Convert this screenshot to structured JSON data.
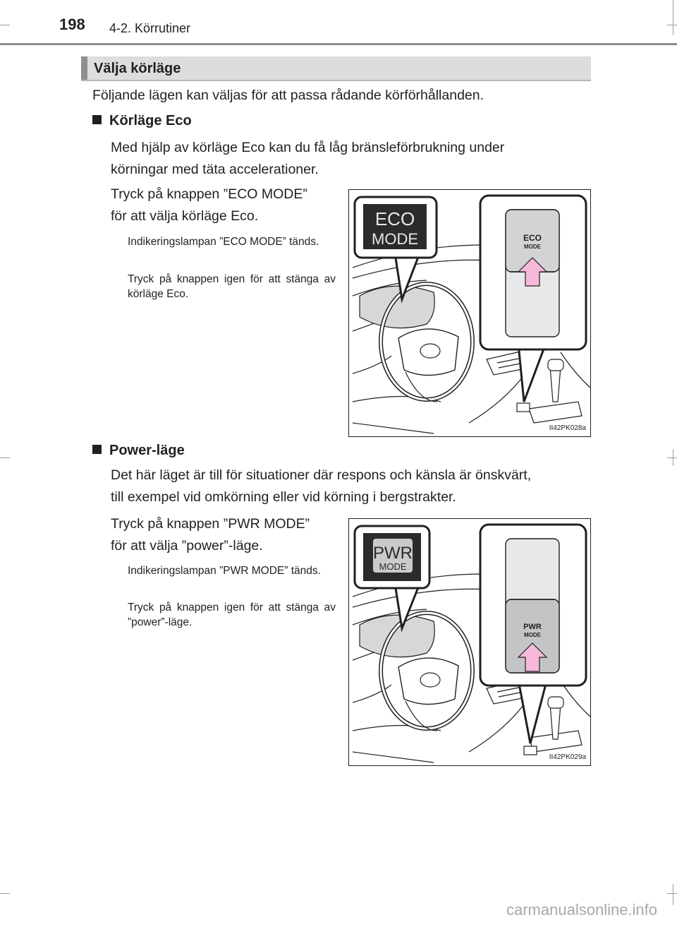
{
  "header": {
    "page_number": "198",
    "chapter": "4-2. Körrutiner"
  },
  "section": {
    "title": "Välja körläge",
    "intro": "Följande lägen kan väljas för att passa rådande körförhållanden."
  },
  "eco": {
    "heading": "Körläge Eco",
    "body_line1": "Med hjälp av körläge Eco kan du få låg bränsleförbrukning under",
    "body_line2": "körningar med täta accelerationer.",
    "step_line1": "Tryck på knappen ”ECO MODE”",
    "step_line2": "för att välja körläge Eco.",
    "note1": "Indikeringslampan ”ECO MODE” tänds.",
    "note2": "Tryck på knappen igen för att stänga av körläge Eco.",
    "figure": {
      "indicator_line1": "ECO",
      "indicator_line2": "MODE",
      "button_line1": "ECO",
      "button_line2": "MODE",
      "figure_id": "II42PK028a"
    }
  },
  "power": {
    "heading": "Power-läge",
    "body_line1": "Det här läget är till för situationer där respons och känsla är önskvärt,",
    "body_line2": "till exempel vid omkörning eller vid körning i bergstrakter.",
    "step_line1": "Tryck på knappen ”PWR MODE”",
    "step_line2": "för att välja ”power”-läge.",
    "note1": "Indikeringslampan ”PWR MODE” tänds.",
    "note2": "Tryck på knappen igen för att stänga av ”power”-läge.",
    "figure": {
      "indicator_line1": "PWR",
      "indicator_line2": "MODE",
      "button_line1": "PWR",
      "button_line2": "MODE",
      "figure_id": "II42PK029a"
    }
  },
  "footer": {
    "watermark": "carmanualsonline.info"
  },
  "colors": {
    "arrow_pink": "#f5b8d8",
    "section_bar": "#dcdddf",
    "indicator_bg": "#2b2b2b"
  },
  "icons": [
    "arrow-up-icon",
    "steering-wheel-illustration",
    "gear-shift-illustration"
  ]
}
